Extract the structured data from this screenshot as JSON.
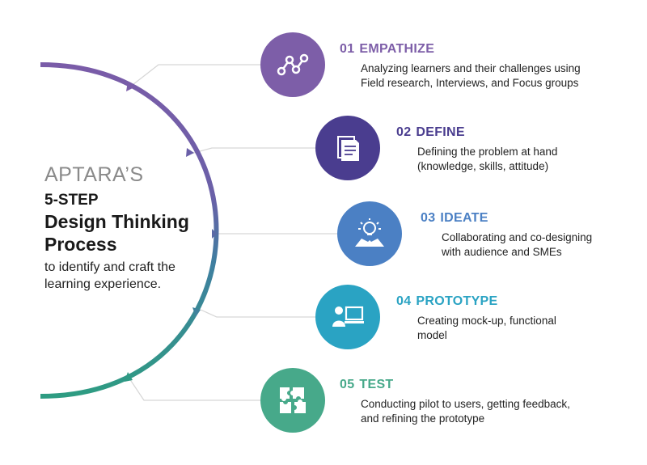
{
  "intro": {
    "brand": "APTARA’S",
    "steps_label": "5-STEP",
    "headline_1": "Design Thinking",
    "headline_2": "Process",
    "description": "to identify and craft the learning experience."
  },
  "steps": [
    {
      "number": "01",
      "title": "EMPATHIZE",
      "color": "#7d5ea8",
      "icon": "network-nodes-icon",
      "line1": "Analyzing learners and their challenges using",
      "line2": "Field research, Interviews, and Focus groups"
    },
    {
      "number": "02",
      "title": "DEFINE",
      "color": "#4a3d8f",
      "icon": "documents-icon",
      "line1": "Defining the problem at hand",
      "line2": "(knowledge, skills, attitude)"
    },
    {
      "number": "03",
      "title": "IDEATE",
      "color": "#4b80c4",
      "icon": "lightbulb-handshake-icon",
      "line1": "Collaborating and co-designing",
      "line2": "with audience and SMEs"
    },
    {
      "number": "04",
      "title": "PROTOTYPE",
      "color": "#2aa3c3",
      "icon": "person-computer-icon",
      "line1": "Creating mock-up, functional",
      "line2": "model"
    },
    {
      "number": "05",
      "title": "TEST",
      "color": "#47a98a",
      "icon": "puzzle-icon",
      "line1": "Conducting pilot to users, getting feedback,",
      "line2": "and refining the prototype"
    }
  ]
}
